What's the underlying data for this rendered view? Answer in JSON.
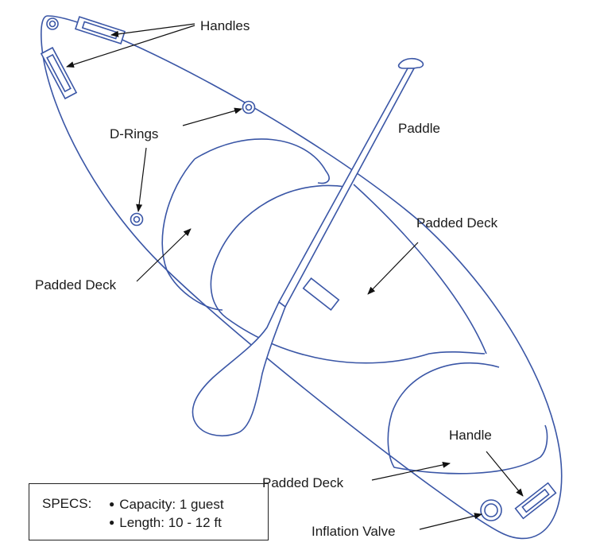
{
  "labels": {
    "handles": "Handles",
    "d_rings": "D-Rings",
    "paddle": "Paddle",
    "padded_deck_right": "Padded Deck",
    "padded_deck_left": "Padded Deck",
    "handle": "Handle",
    "padded_deck_bottom": "Padded Deck",
    "inflation_valve": "Inflation Valve"
  },
  "specs": {
    "title": "SPECS:",
    "items": [
      "Capacity: 1 guest",
      "Length: 10 - 12 ft"
    ]
  },
  "colors": {
    "outline": "#3a56a6",
    "text": "#1a1a1a"
  }
}
